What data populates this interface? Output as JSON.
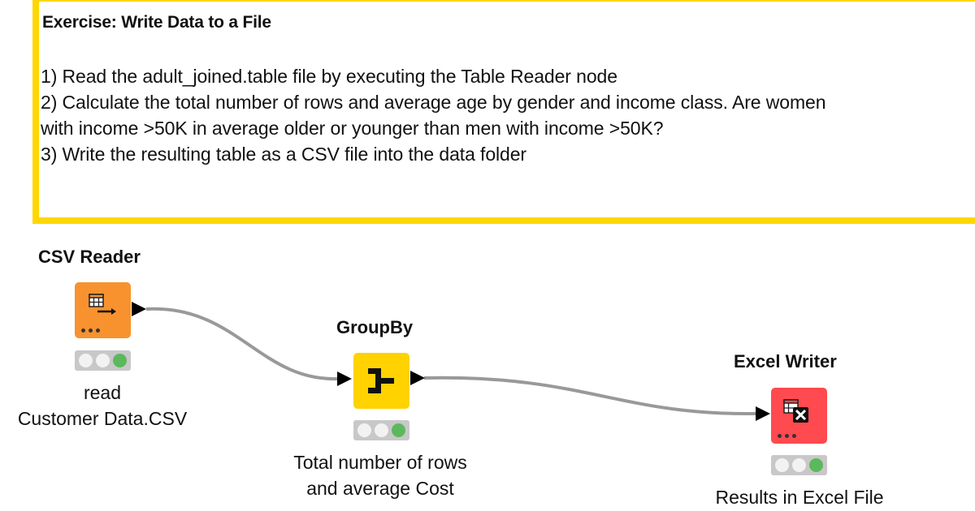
{
  "annotation": {
    "title": "Exercise: Write Data to a File",
    "border_color": "#FFD700",
    "lines": [
      "1) Read the adult_joined.table file by executing the Table Reader node",
      "2) Calculate the total number of rows and average age by gender and income class. Are women",
      "with income >50K in average older or younger than men with income >50K?",
      "3) Write the resulting table as a CSV file into the data folder"
    ]
  },
  "nodes": [
    {
      "id": "csv-reader",
      "title": "CSV Reader",
      "color": "#F7922E",
      "icon": "table-arrow-icon",
      "status": "executed",
      "description": [
        "read",
        "Customer Data.CSV"
      ]
    },
    {
      "id": "groupby",
      "title": "GroupBy",
      "color": "#FFD200",
      "icon": "groupby-bracket-icon",
      "status": "executed",
      "description": [
        "Total number of rows",
        "and average Cost"
      ]
    },
    {
      "id": "excel-writer",
      "title": "Excel Writer",
      "color": "#FF4A4F",
      "icon": "table-excel-icon",
      "status": "executed",
      "description": [
        "Results in Excel File"
      ]
    }
  ],
  "connections": [
    {
      "from": "csv-reader",
      "to": "groupby"
    },
    {
      "from": "groupby",
      "to": "excel-writer"
    }
  ],
  "colors": {
    "wire": "#999999",
    "status_green": "#5cb85c",
    "status_bg": "#c8c8c8"
  }
}
